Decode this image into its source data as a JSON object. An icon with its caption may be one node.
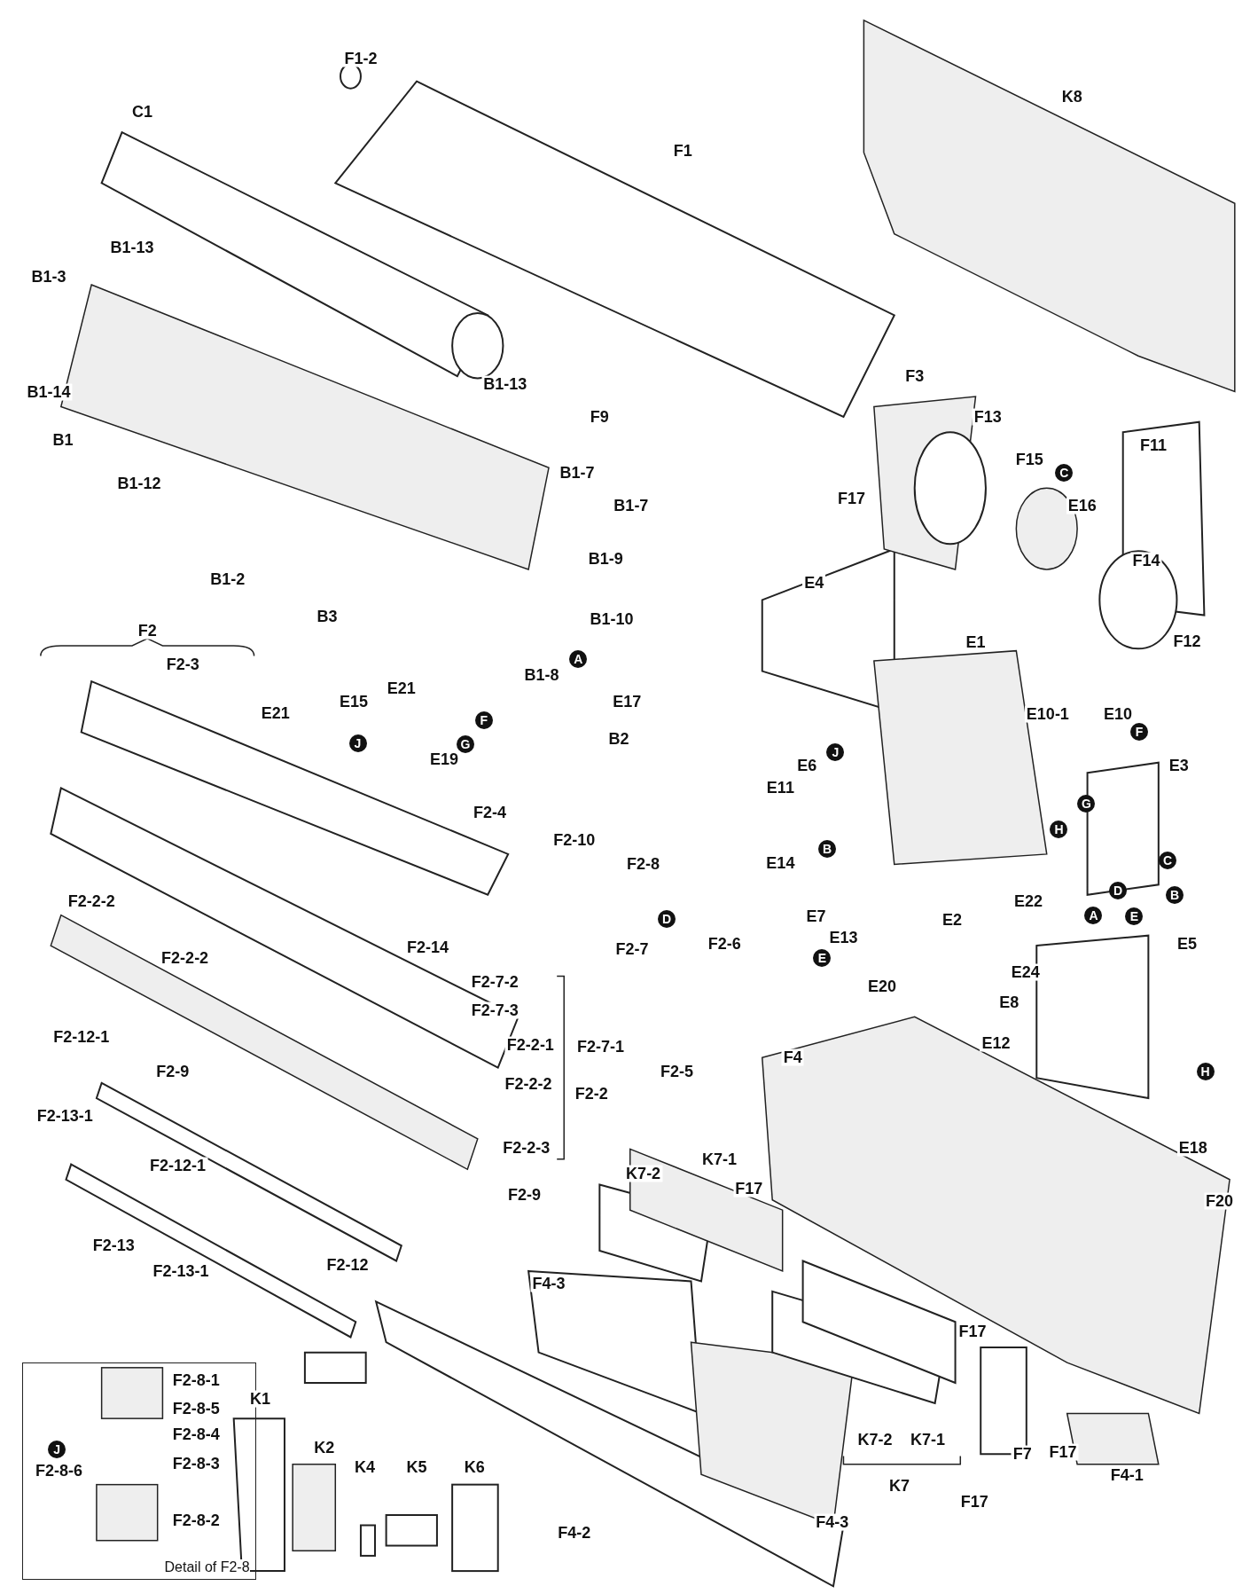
{
  "diagram": {
    "nodes": [
      {
        "text": [
          "Detail of F2-8"
        ]
      }
    ],
    "labels": [
      "F1-2",
      "K8",
      "C1",
      "F1",
      "B1-13",
      "B1-3",
      "B1-14",
      "B1-13",
      "B1",
      "F3",
      "F13",
      "F9",
      "F11",
      "B1-12",
      "B1-7",
      "F15",
      "C",
      "E16",
      "F17",
      "B1-7",
      "B1-9",
      "F14",
      "E4",
      "B1-2",
      "B3",
      "B1-10",
      "F12",
      "F2",
      "F2-3",
      "E1",
      "A",
      "B1-8",
      "E21",
      "E15",
      "E21",
      "E17",
      "F",
      "E10-1",
      "E10",
      "J",
      "G",
      "E19",
      "B2",
      "F",
      "E6",
      "J",
      "E3",
      "G",
      "H",
      "E11",
      "F2-4",
      "F2-10",
      "F2-8",
      "B",
      "C",
      "E14",
      "D",
      "B",
      "E22",
      "F2-2-2",
      "E7",
      "E2",
      "A",
      "E",
      "D",
      "E13",
      "F2-14",
      "F2-6",
      "F2-7",
      "E5",
      "F2-2-2",
      "E",
      "E24",
      "F2-7-2",
      "E20",
      "E8",
      "F2-7-3",
      "F2-12-1",
      "F2-7-1",
      "E12",
      "F2-2-1",
      "F4",
      "F2-9",
      "F2-5",
      "F2-2-2",
      "F2-2",
      "H",
      "F2-13-1",
      "F2-12-1",
      "E18",
      "F2-2-3",
      "K7-1",
      "K7-2",
      "F17",
      "F20",
      "F2-9",
      "F2-13",
      "F2-13-1",
      "F2-12",
      "F4-3",
      "F17",
      "F2-8-1",
      "K1",
      "F2-8-5",
      "F2-8-4",
      "K2",
      "K4",
      "K5",
      "K6",
      "F2-8-3",
      "J",
      "F2-8-6",
      "F2-8-2",
      "K7-2",
      "K7-1",
      "F17",
      "F7",
      "F4-1",
      "K7",
      "F17",
      "F4-3",
      "F4-2"
    ]
  }
}
